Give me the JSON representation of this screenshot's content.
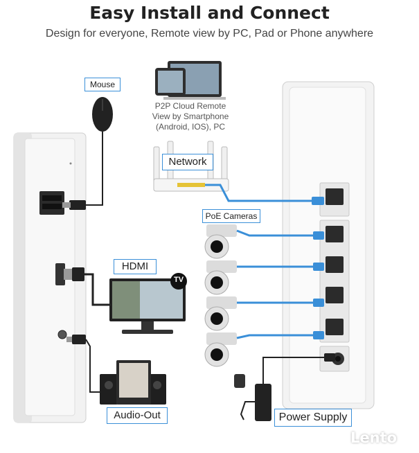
{
  "header": {
    "title": "Easy Install and Connect",
    "subtitle": "Design for everyone, Remote view by PC, Pad or Phone anywhere"
  },
  "labels": {
    "mouse": "Mouse",
    "network": "Network",
    "poe_cameras": "PoE Cameras",
    "hdmi": "HDMI",
    "tv": "TV",
    "audio_out": "Audio-Out",
    "power_supply": "Power Supply"
  },
  "p2p": {
    "line1": "P2P Cloud Remote",
    "line2": "View by Smartphone",
    "line3": "(Android, IOS), PC"
  },
  "watermark": "Lento",
  "colors": {
    "cable_blue": "#3a8fd8",
    "label_border": "#3a8fd8",
    "device_white": "#f4f4f4"
  }
}
